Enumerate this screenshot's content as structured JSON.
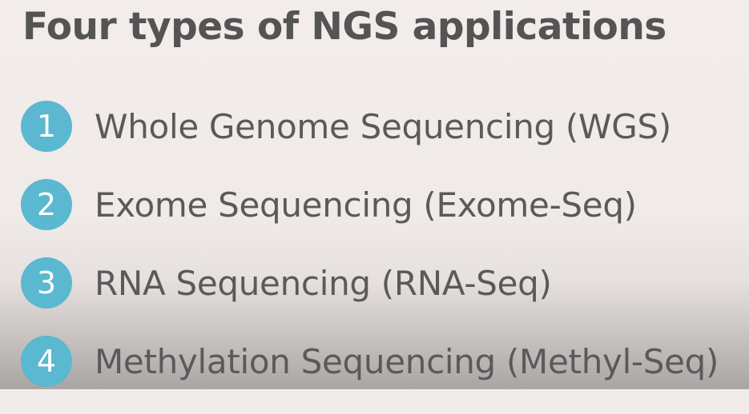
{
  "slide": {
    "title": "Four types of NGS applications",
    "items": [
      {
        "number": "1",
        "label": "Whole Genome Sequencing (WGS)"
      },
      {
        "number": "2",
        "label": "Exome Sequencing (Exome-Seq)"
      },
      {
        "number": "3",
        "label": "RNA Sequencing (RNA-Seq)"
      },
      {
        "number": "4",
        "label": "Methylation Sequencing (Methyl-Seq)"
      }
    ]
  },
  "colors": {
    "badge": "#5ab8d0",
    "title_text": "#545454",
    "item_text": "#5a5a5a",
    "background": "#f1ebe9"
  }
}
